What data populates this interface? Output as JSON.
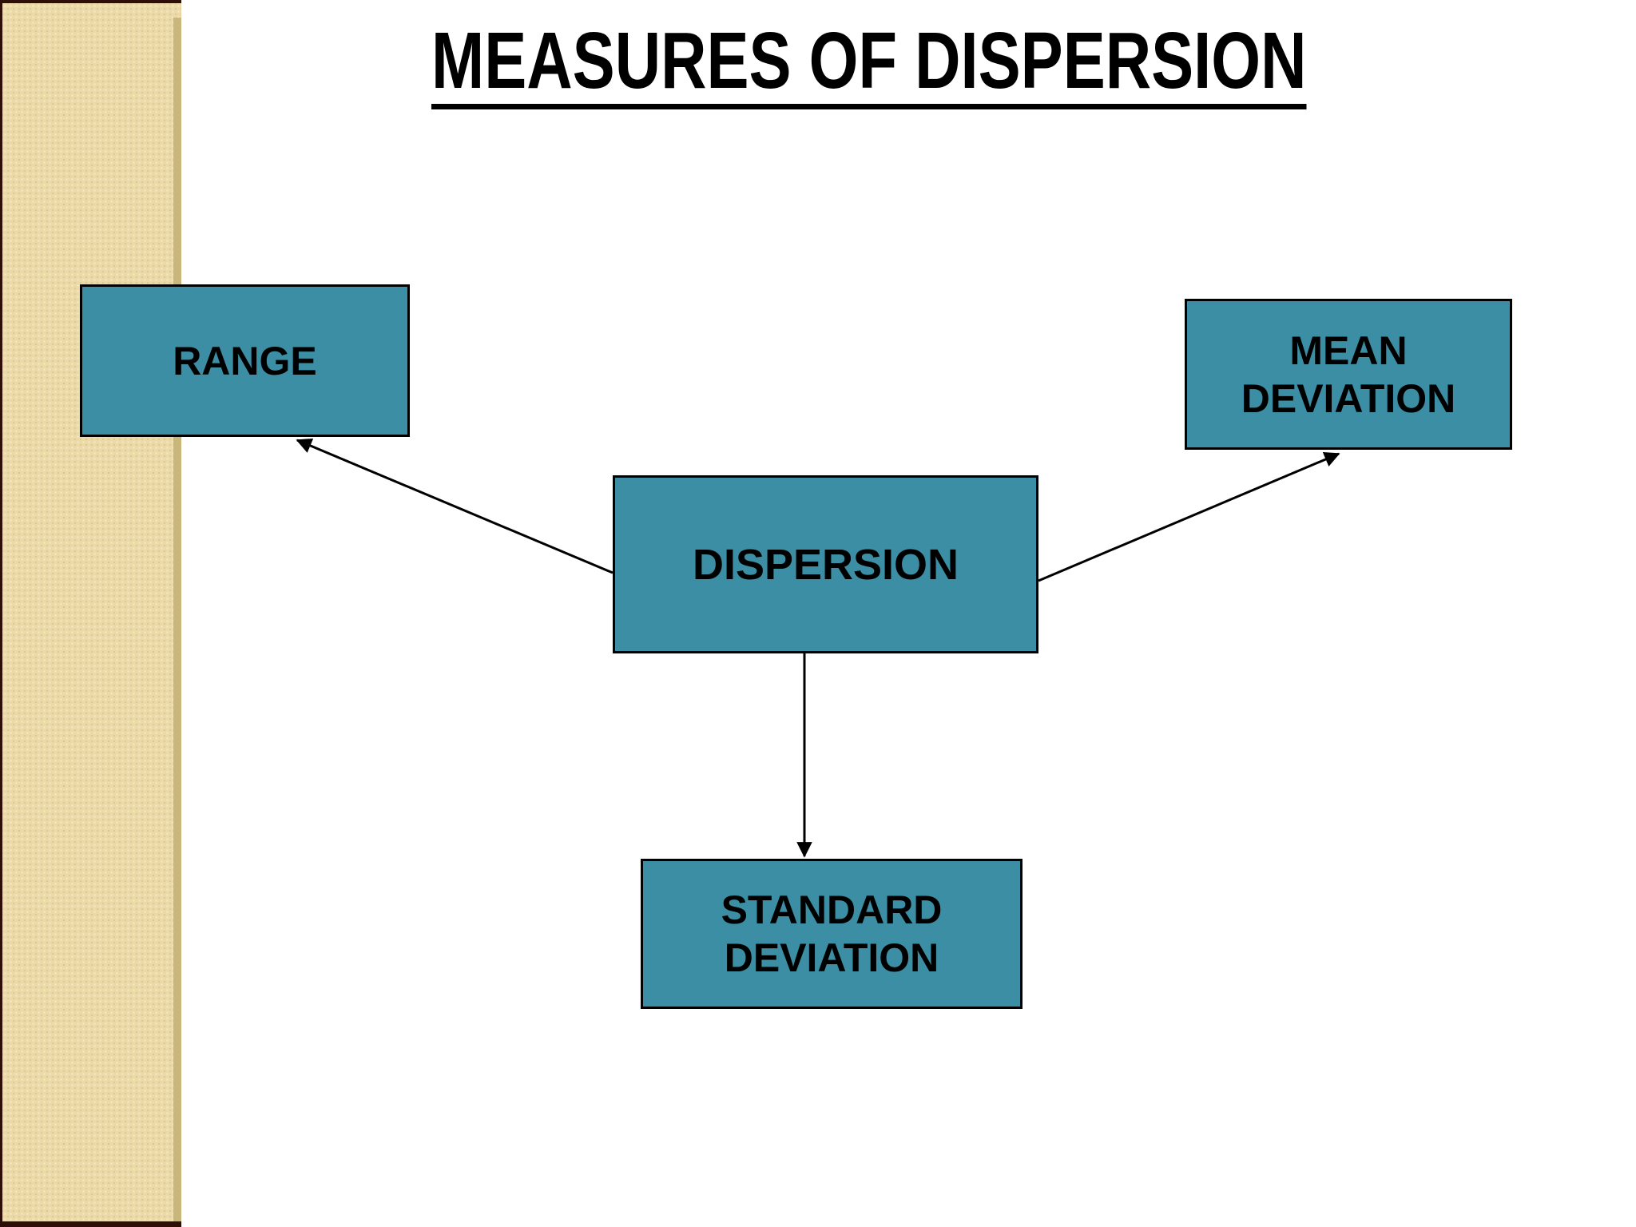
{
  "slide": {
    "title": "MEASURES OF DISPERSION"
  },
  "diagram": {
    "nodes": [
      {
        "id": "dispersion",
        "label": "DISPERSION"
      },
      {
        "id": "range",
        "label": "RANGE"
      },
      {
        "id": "mean-deviation",
        "label": "MEAN DEVIATION"
      },
      {
        "id": "standard-deviation",
        "label": "STANDARD DEVIATION"
      }
    ],
    "edges": [
      {
        "from": "DISPERSION",
        "to": "RANGE"
      },
      {
        "from": "DISPERSION",
        "to": "MEAN DEVIATION"
      },
      {
        "from": "DISPERSION",
        "to": "STANDARD DEVIATION"
      }
    ]
  },
  "colors": {
    "node_fill": "#3b8ea4",
    "node_border": "#000000",
    "arrow": "#000000",
    "title_color": "#000000",
    "stripe_fill": "#ebd9a7",
    "stripe_edge": "#c8b67b",
    "stripe_border": "#2e0f08",
    "background": "#ffffff"
  }
}
